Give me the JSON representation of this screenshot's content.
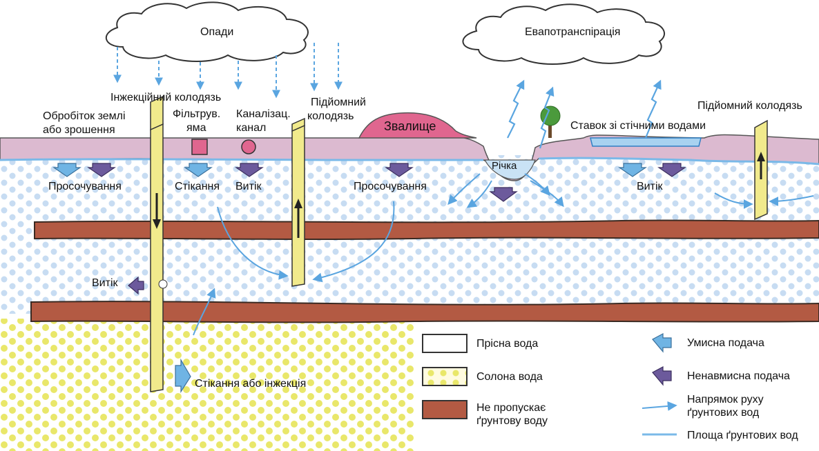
{
  "labels": {
    "precipitation": "Опади",
    "evapotranspiration": "Евапотранспірація",
    "injection_well": "Інжекційний колодязь",
    "land_treatment_1": "Обробіток землі",
    "land_treatment_2": "або зрошення",
    "filter_pit_1": "Фільтрув.",
    "filter_pit_2": "яма",
    "sewer_1": "Каналізац.",
    "sewer_2": "канал",
    "lift_well_left_1": "Підйомний",
    "lift_well_left_2": "колодязь",
    "landfill": "Звалище",
    "river": "Річка",
    "pond": "Ставок зі стічними водами",
    "lift_well_right": "Підйомний колодязь",
    "seepage_left": "Просочування",
    "runoff": "Стікання",
    "leak_top": "Витік",
    "seepage_mid": "Просочування",
    "leak_right": "Витік",
    "leak_deep": "Витік",
    "runoff_injection": "Стікання або інжекція"
  },
  "legend": {
    "fresh_water": "Прісна вода",
    "salt_water": "Солона вода",
    "impermeable_1": "Не пропускає",
    "impermeable_2": "ґрунтову воду",
    "intentional": "Умисна подача",
    "unintentional": "Ненавмисна подача",
    "flow_dir_1": "Напрямок руху",
    "flow_dir_2": "ґрунтових вод",
    "water_table": "Площа ґрунтових вод"
  },
  "colors": {
    "surface_soil": "#dcbad0",
    "fresh_dots": "#c7dcf2",
    "salt_dots": "#e9e76a",
    "impermeable": "#b35a43",
    "well": "#f1ea8c",
    "landfill": "#e0668f",
    "intentional_arrow": "#6fb4e4",
    "unintentional_arrow": "#6c5a9c",
    "flow_arrow": "#5aa5e0"
  }
}
